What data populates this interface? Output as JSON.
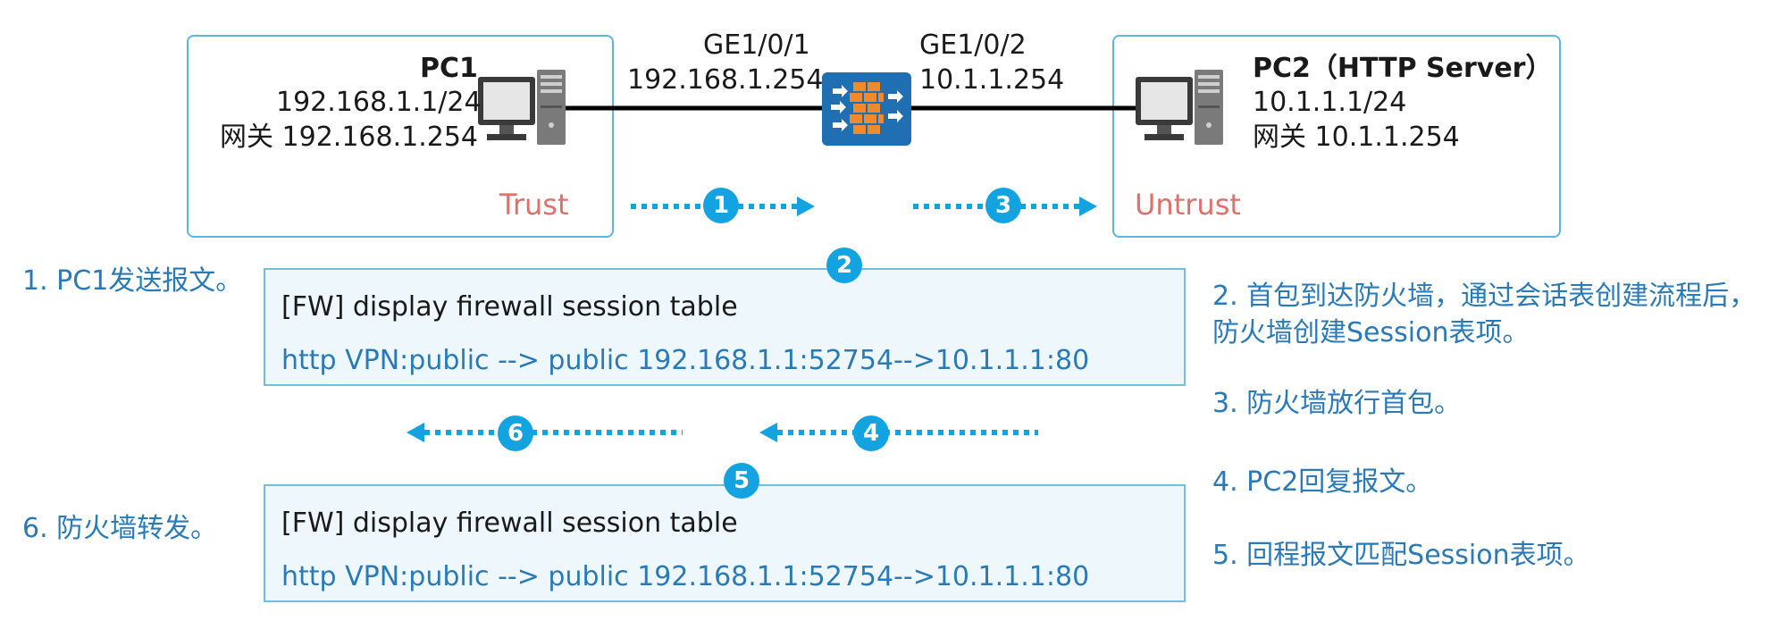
{
  "pc1": {
    "name": "PC1",
    "ip": "192.168.1.1/24",
    "gateway": "网关 192.168.1.254",
    "zone": "Trust"
  },
  "pc2": {
    "name": "PC2（HTTP Server）",
    "ip": "10.1.1.1/24",
    "gateway": "网关 10.1.1.254",
    "zone": "Untrust"
  },
  "firewall": {
    "if1_name": "GE1/0/1",
    "if1_ip": "192.168.1.254",
    "if2_name": "GE1/0/2",
    "if2_ip": "10.1.1.254"
  },
  "badges": {
    "b1": "1",
    "b2": "2",
    "b3": "3",
    "b4": "4",
    "b5": "5",
    "b6": "6"
  },
  "session_box_1": {
    "command": "[FW] display firewall session table",
    "entry": "http  VPN:public --> public 192.168.1.1:52754-->10.1.1.1:80"
  },
  "session_box_2": {
    "command": "[FW] display firewall session table",
    "entry": "http  VPN:public --> public 192.168.1.1:52754-->10.1.1.1:80"
  },
  "steps": {
    "s1": "1. PC1发送报文。",
    "s2_line1": "2. 首包到达防火墙，通过会话表创建流程后，",
    "s2_line2": "防火墙创建Session表项。",
    "s3": "3. 防火墙放行首包。",
    "s4": "4. PC2回复报文。",
    "s5": "5. 回程报文匹配Session表项。",
    "s6": "6. 防火墙转发。"
  },
  "colors": {
    "accent": "#12a3e0",
    "zone_border": "#5bb8da",
    "zone_label": "#e0706a",
    "step_text": "#2a7ab8",
    "firewall_bg": "#1f6fb2",
    "firewall_brick": "#f08a2c"
  }
}
